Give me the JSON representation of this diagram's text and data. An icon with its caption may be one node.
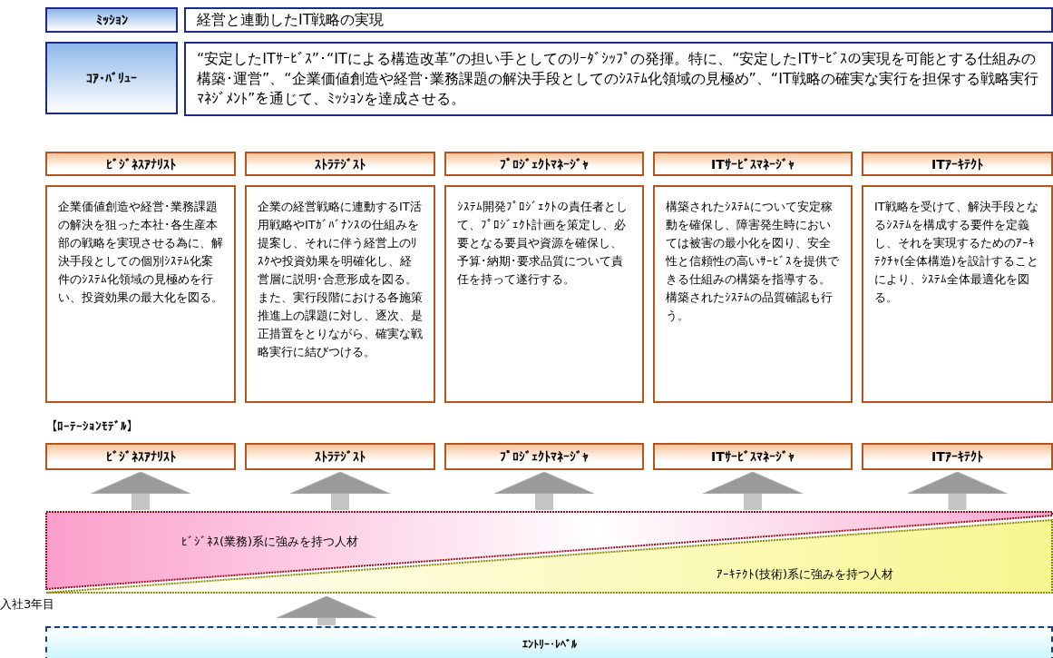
{
  "diagram": {
    "nodes": [
      {
        "text": [
          "ﾐｯｼｮﾝ"
        ]
      },
      {
        "text": [
          "経営と連動したIT戦略の実現"
        ]
      },
      {
        "text": [
          "ｺｱ･ﾊﾞﾘｭｰ"
        ]
      },
      {
        "text": [
          "“安定したITｻｰﾋﾞｽ”･“ITによる構造改革”の担い手としてのﾘｰﾀﾞｼｯﾌﾟの発揮。特に、“安定したITｻｰﾋﾞｽの実現を可能とする仕組みの構築･運営”、“企業価値創造や経営･業務課題の解決手段としてのｼｽﾃﾑ化領域の見極め”、“IT戦略の確実な実行を担保する戦略実行ﾏﾈｼﾞﾒﾝﾄ”を通じて、ﾐｯｼｮﾝを達成させる。"
        ]
      },
      {
        "text": [
          "ﾋﾞｼﾞﾈｽｱﾅﾘｽﾄ"
        ]
      },
      {
        "text": [
          "ｽﾄﾗﾃｼﾞｽﾄ"
        ]
      },
      {
        "text": [
          "ﾌﾟﾛｼﾞｪｸﾄﾏﾈｰｼﾞｬ"
        ]
      },
      {
        "text": [
          "ITｻｰﾋﾞｽﾏﾈｰｼﾞｬ"
        ]
      },
      {
        "text": [
          "ITｱｰｷﾃｸﾄ"
        ]
      },
      {
        "text": [
          "企業価値創造や経営･業務課題の解決を狙った本社･各生産本部の戦略を実現させる為に、解決手段としての個別ｼｽﾃﾑ化案件のｼｽﾃﾑ化領域の見極めを行い、投資効果の最大化を図る。"
        ]
      },
      {
        "text": [
          "企業の経営戦略に連動するIT活用戦略やITｶﾞﾊﾞﾅﾝｽの仕組みを提案し、それに伴う経営上のﾘｽｸや投資効果を明確化し、経営層に説明･合意形成を図る。また、実行段階における各施策推進上の課題に対し、逐次、是正措置をとりながら、確実な戦略実行に結びつける。"
        ]
      },
      {
        "text": [
          "ｼｽﾃﾑ開発ﾌﾟﾛｼﾞｪｸﾄの責任者として、ﾌﾟﾛｼﾞｪｸﾄ計画を策定し、必要となる要員や資源を確保し、予算･納期･要求品質について責任を持って遂行する。"
        ]
      },
      {
        "text": [
          "構築されたｼｽﾃﾑについて安定稼動を確保し、障害発生時においては被害の最小化を図り、安全性と信頼性の高いｻｰﾋﾞｽを提供できる仕組みの構築を指導する。構築されたｼｽﾃﾑの品質確認も行う。"
        ]
      },
      {
        "text": [
          "IT戦略を受けて、解決手段となるｼｽﾃﾑを構成する要件を定義し、それを実現するためのｱｰｷﾃｸﾁｬ(全体構造)を設計することにより、ｼｽﾃﾑ全体最適化を図る。"
        ]
      },
      {
        "text": [
          "ﾋﾞｼﾞﾈｽｱﾅﾘｽﾄ"
        ]
      },
      {
        "text": [
          "ｽﾄﾗﾃｼﾞｽﾄ"
        ]
      },
      {
        "text": [
          "ﾌﾟﾛｼﾞｪｸﾄﾏﾈｰｼﾞｬ"
        ]
      },
      {
        "text": [
          "ITｻｰﾋﾞｽﾏﾈｰｼﾞｬ"
        ]
      },
      {
        "text": [
          "ITｱｰｷﾃｸﾄ"
        ]
      },
      {
        "text": [
          "ﾋﾞｼﾞﾈｽ(業務)系に強みを持つ人材"
        ]
      },
      {
        "text": [
          "ｱｰｷﾃｸﾄ(技術)系に強みを持つ人材"
        ]
      },
      {
        "text": [
          "ｴﾝﾄﾘｰ･ﾚﾍﾞﾙ"
        ]
      }
    ],
    "edges": [
      {
        "from": 19,
        "to": 14,
        "arrow": "to"
      },
      {
        "from": 19,
        "to": 15,
        "arrow": "to"
      },
      {
        "from": 19,
        "to": 16,
        "arrow": "to"
      },
      {
        "from": 19,
        "to": 17,
        "arrow": "to"
      },
      {
        "from": 19,
        "to": 18,
        "arrow": "to"
      },
      {
        "from": 21,
        "to": 20,
        "arrow": "to"
      }
    ],
    "labels": [
      "【ﾛｰﾃｰｼｮﾝﾓﾃﾞﾙ】",
      "入社3年目"
    ]
  }
}
